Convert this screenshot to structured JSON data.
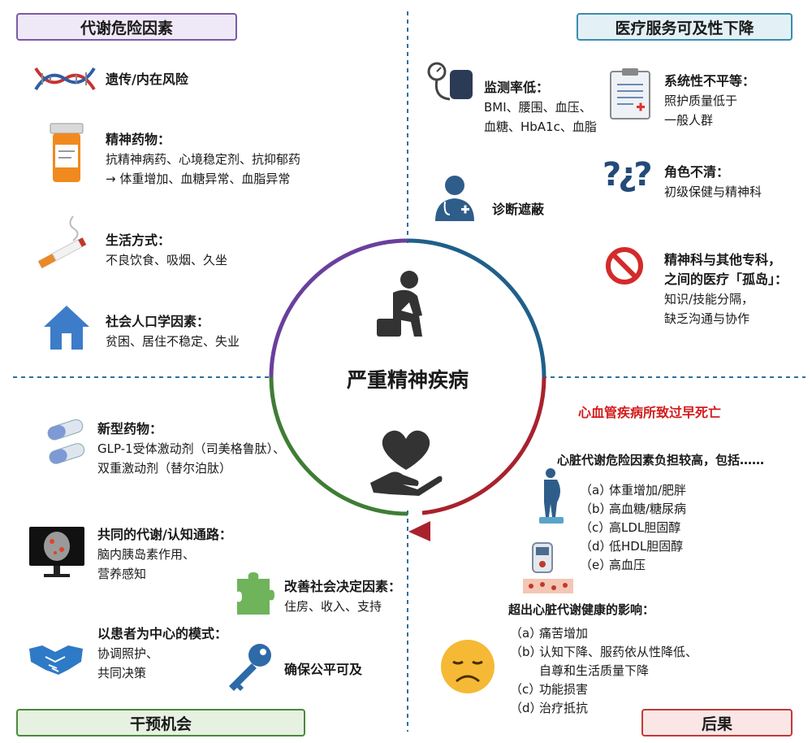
{
  "quadrants": {
    "top_left": {
      "title": "代谢危险因素",
      "colors": {
        "border": "#7b5aa6",
        "fill": "#efe8f6"
      }
    },
    "top_right": {
      "title": "医疗服务可及性下降",
      "colors": {
        "border": "#3a8db0",
        "fill": "#e3f1f6"
      }
    },
    "bottom_left": {
      "title": "干预机会",
      "colors": {
        "border": "#4a8a3c",
        "fill": "#e6f1e1"
      }
    },
    "bottom_right": {
      "title": "后果",
      "colors": {
        "border": "#c23a3a",
        "fill": "#fbe6e6"
      }
    }
  },
  "center": {
    "title": "严重精神疾病"
  },
  "metabolic": [
    {
      "icon": "dna-icon",
      "title": "遗传/内在风险",
      "lines": []
    },
    {
      "icon": "pill-bottle-icon",
      "title": "精神药物：",
      "lines": [
        "抗精神病药、心境稳定剂、抗抑郁药",
        "→ 体重增加、血糖异常、血脂异常"
      ]
    },
    {
      "icon": "cigarette-icon",
      "title": "生活方式：",
      "lines": [
        "不良饮食、吸烟、久坐"
      ]
    },
    {
      "icon": "house-icon",
      "title": "社会人口学因素：",
      "lines": [
        "贫困、居住不稳定、失业"
      ]
    }
  ],
  "access_left": [
    {
      "icon": "blood-pressure-icon",
      "title": "监测率低：",
      "lines": [
        "BMI、腰围、血压、",
        "血糖、HbA1c、血脂"
      ]
    },
    {
      "icon": "doctor-icon",
      "title": "诊断遮蔽",
      "lines": []
    }
  ],
  "access_right": [
    {
      "icon": "clipboard-icon",
      "title": "系统性不平等：",
      "lines": [
        "照护质量低于",
        "一般人群"
      ]
    },
    {
      "icon": "question-marks-icon",
      "title": "角色不清：",
      "lines": [
        "初级保健与精神科"
      ]
    },
    {
      "icon": "no-entry-icon",
      "title": "精神科与其他专科，",
      "title2": "之间的医疗「孤岛」：",
      "lines": [
        "知识/技能分隔，",
        "缺乏沟通与协作"
      ]
    }
  ],
  "interventions": [
    {
      "icon": "capsules-icon",
      "title": "新型药物：",
      "lines": [
        "GLP-1受体激动剂（司美格鲁肽）、",
        "双重激动剂（替尔泊肽）"
      ]
    },
    {
      "icon": "brain-monitor-icon",
      "title": "共同的代谢/认知通路：",
      "lines": [
        "脑内胰岛素作用、",
        "营养感知"
      ]
    },
    {
      "icon": "puzzle-icon",
      "title": "改善社会决定因素：",
      "lines": [
        "住房、收入、支持"
      ]
    },
    {
      "icon": "handshake-icon",
      "title": "以患者为中心的模式：",
      "lines": [
        "协调照护、",
        "共同决策"
      ]
    },
    {
      "icon": "key-icon",
      "title": "确保公平可及",
      "lines": []
    }
  ],
  "outcomes": {
    "headline": "心血管疾病所致过早死亡",
    "risk_intro": "心脏代谢危险因素负担较高，包括……",
    "risk_items": [
      {
        "k": "（a）",
        "v": "体重增加/肥胖"
      },
      {
        "k": "（b）",
        "v": "高血糖/糖尿病"
      },
      {
        "k": "（c）",
        "v": "高LDL胆固醇"
      },
      {
        "k": "（d）",
        "v": "低HDL胆固醇"
      },
      {
        "k": "（e）",
        "v": "高血压"
      }
    ],
    "impact_intro": "超出心脏代谢健康的影响：",
    "impact_items": [
      {
        "k": "（a）",
        "v": "痛苦增加"
      },
      {
        "k": "（b）",
        "v": "认知下降、服药依从性降低、"
      },
      {
        "k": "",
        "v": "自尊和生活质量下降"
      },
      {
        "k": "（c）",
        "v": "功能损害"
      },
      {
        "k": "（d）",
        "v": "治疗抵抗"
      }
    ]
  }
}
